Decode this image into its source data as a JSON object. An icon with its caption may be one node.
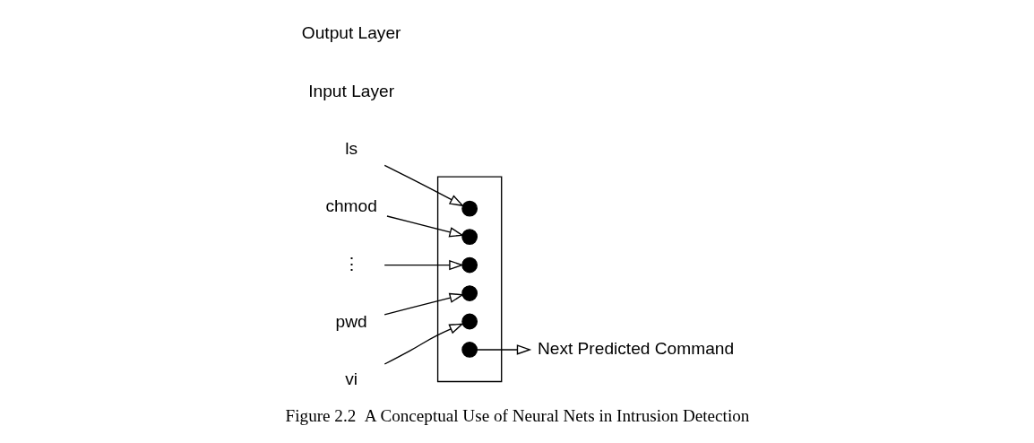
{
  "diagram": {
    "caption": "Figure 2.2  A Conceptual Use of Neural Nets in Intrusion Detection",
    "nodes": [
      {
        "text": [],
        "shape": "box"
      },
      {
        "text": [],
        "shape": "circle",
        "in": 0
      },
      {
        "text": [],
        "shape": "circle",
        "in": 0
      },
      {
        "text": [],
        "shape": "circle",
        "in": 0
      },
      {
        "text": [],
        "shape": "circle",
        "in": 0
      },
      {
        "text": [],
        "shape": "circle",
        "in": 0
      },
      {
        "text": [],
        "shape": "circle",
        "in": 0
      },
      {
        "text": [
          "ls"
        ]
      },
      {
        "text": [
          "chmod"
        ]
      },
      {
        "text": [
          "⋮"
        ]
      },
      {
        "text": [
          "pwd"
        ]
      },
      {
        "text": [
          "vi"
        ]
      },
      {
        "text": [
          "Next Predicted Command"
        ]
      }
    ],
    "edges": [
      {
        "from": 7,
        "to": 1,
        "arrow": "to"
      },
      {
        "from": 8,
        "to": 2,
        "arrow": "to"
      },
      {
        "from": 9,
        "to": 3,
        "arrow": "to"
      },
      {
        "from": 10,
        "to": 4,
        "arrow": "to"
      },
      {
        "from": 11,
        "to": 5,
        "arrow": "to"
      },
      {
        "from": 6,
        "to": 12,
        "arrow": "to"
      }
    ],
    "labels": [
      "Input Layer",
      "Output Layer"
    ]
  }
}
